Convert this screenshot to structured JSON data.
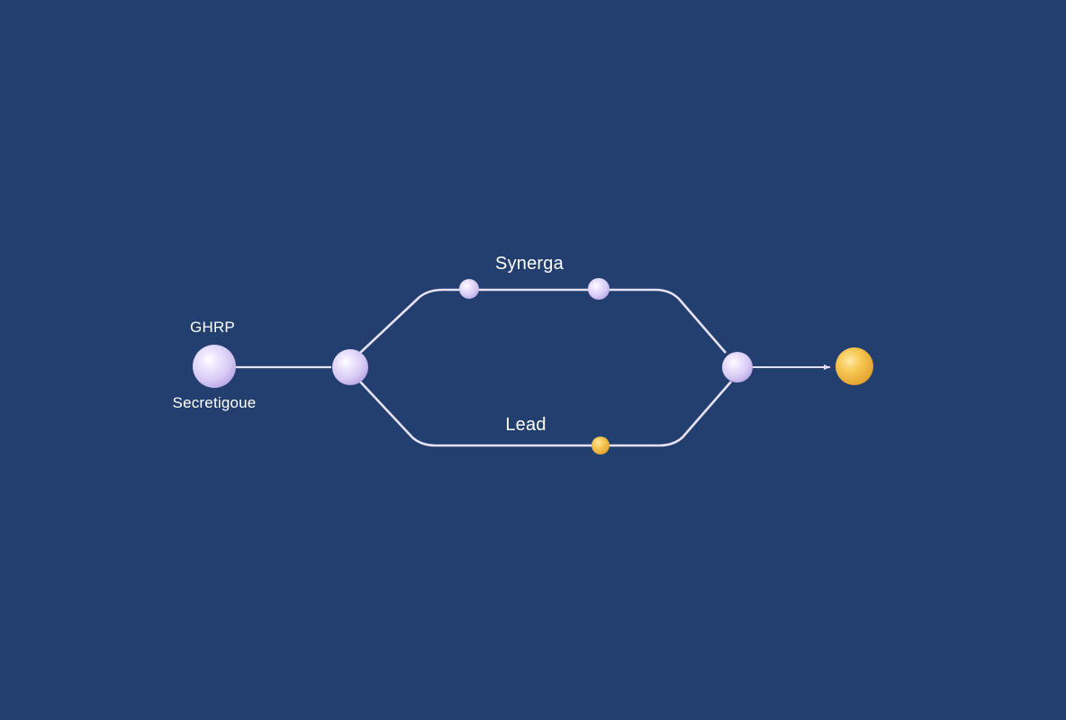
{
  "labels": {
    "start_top": "GHRP",
    "start_bottom": "Secretigoue",
    "upper_path": "Synerga",
    "lower_path": "Lead"
  },
  "colors": {
    "background": "#233f6f",
    "line": "#e6e1f4",
    "node_lavender": "#d8ccf5",
    "node_gold": "#f2bd4a",
    "text": "#ffffff"
  }
}
